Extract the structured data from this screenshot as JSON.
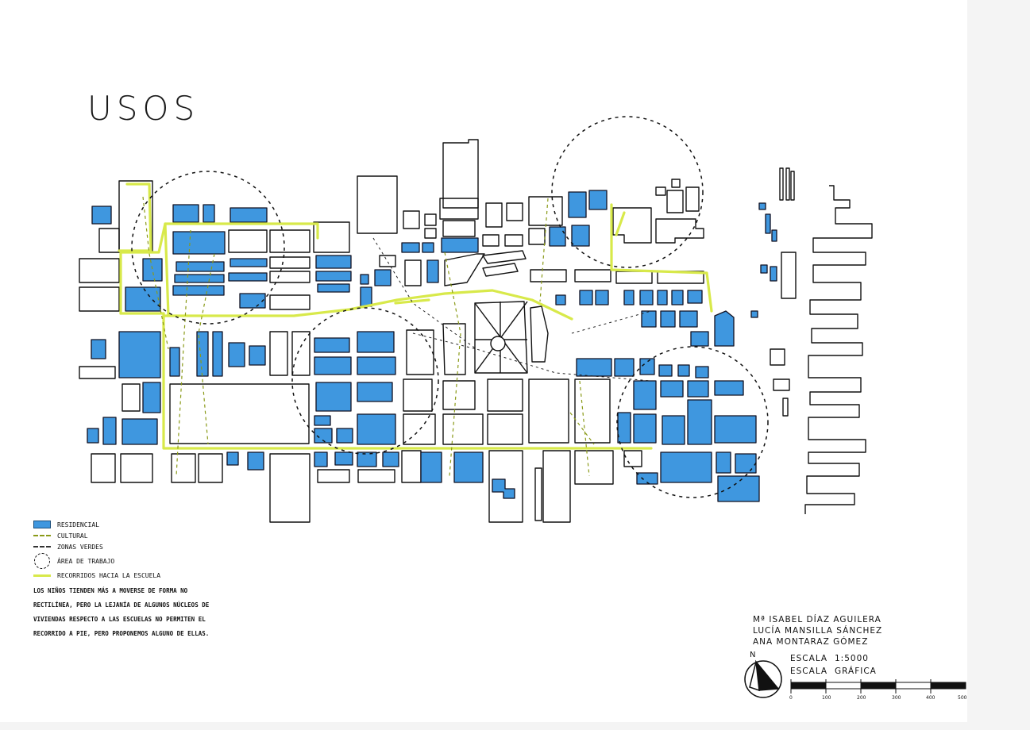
{
  "title": "USOS",
  "legend": {
    "residencial": "Residencial",
    "cultural": "Cultural",
    "zonas_verdes": "Zonas verdes",
    "area_trabajo": "Área de trabajo",
    "recorridos": "Recorridos hacia la escuela"
  },
  "note": "Los niños tienden más a moverse de forma no rectilínea, pero la lejanía de algunos núcleos de viviendas respecto a las escuelas no permiten el recorrido a pie, pero proponemos alguno de ellas.",
  "authors": {
    "line1": "Mª Isabel Díaz Aguilera",
    "line2": "Lucía Mansilla Sánchez",
    "line3": "Ana Montaraz Gómez"
  },
  "scale": {
    "numeric_label": "Escala",
    "numeric_value": "1:5000",
    "graphic_label": "Escala",
    "graphic_value": "Gráfica",
    "ticks": [
      "0",
      "100",
      "200",
      "300",
      "400",
      "500"
    ]
  },
  "north": "N",
  "colors": {
    "residential": "#3f97df",
    "route": "#d8e94a",
    "outline": "#111111"
  }
}
